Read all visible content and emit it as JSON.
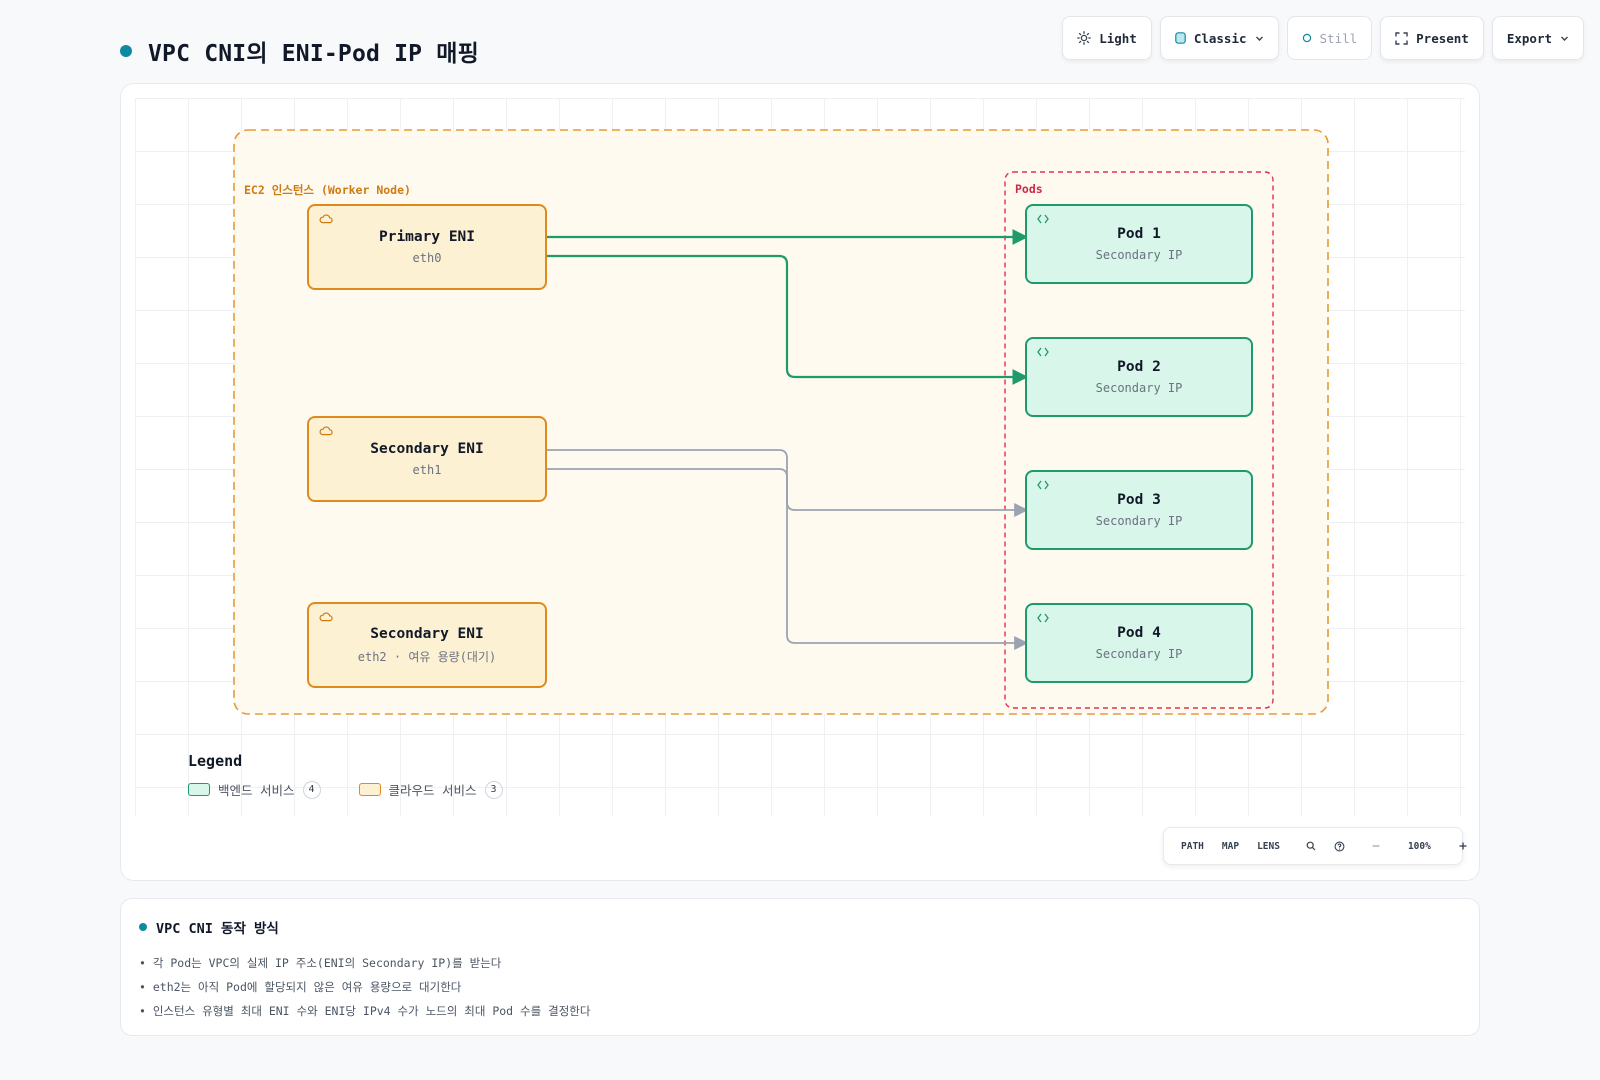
{
  "header": {
    "title": "VPC CNI의 ENI-Pod IP 매핑"
  },
  "toolbar": {
    "light": "Light",
    "classic": "Classic",
    "still": "Still",
    "present": "Present",
    "export": "Export"
  },
  "groups": {
    "ec2": "EC2 인스턴스 (Worker Node)",
    "pods": "Pods"
  },
  "enis": [
    {
      "title": "Primary ENI",
      "sub": "eth0"
    },
    {
      "title": "Secondary ENI",
      "sub": "eth1"
    },
    {
      "title": "Secondary ENI",
      "sub": "eth2 · 여유 용량(대기)"
    }
  ],
  "pods": [
    {
      "title": "Pod 1",
      "sub": "Secondary IP"
    },
    {
      "title": "Pod 2",
      "sub": "Secondary IP"
    },
    {
      "title": "Pod 3",
      "sub": "Secondary IP"
    },
    {
      "title": "Pod 4",
      "sub": "Secondary IP"
    }
  ],
  "edges": [
    {
      "from": "Primary ENI (eth0)",
      "to": "Pod 1",
      "color": "#1f9a6b"
    },
    {
      "from": "Primary ENI (eth0)",
      "to": "Pod 2",
      "color": "#1f9a6b"
    },
    {
      "from": "Secondary ENI (eth1)",
      "to": "Pod 3",
      "color": "#9aa3b2"
    },
    {
      "from": "Secondary ENI (eth1)",
      "to": "Pod 4",
      "color": "#9aa3b2"
    }
  ],
  "legend": {
    "title": "Legend",
    "items": [
      {
        "label": "백엔드 서비스",
        "count": "4",
        "color": "#1f9a6b"
      },
      {
        "label": "클라우드 서비스",
        "count": "3",
        "color": "#e08a1e"
      }
    ]
  },
  "mini_toolbar": {
    "path": "PATH",
    "map": "MAP",
    "lens": "LENS",
    "zoom": "100%"
  },
  "info": {
    "title": "VPC CNI 동작 방식",
    "items": [
      "• 각 Pod는 VPC의 실제 IP 주소(ENI의 Secondary IP)를 받는다",
      "• eth2는 아직 Pod에 할당되지 않은 여유 용량으로 대기한다",
      "• 인스턴스 유형별 최대 ENI 수와 ENI당 IPv4 수가 노드의 최대 Pod 수를 결정한다"
    ]
  },
  "colors": {
    "accent": "#0e8aa0",
    "backend": "#1f9a6b",
    "cloud": "#e08a1e",
    "pods_border": "#e0314f",
    "muted_edge": "#9aa3b2"
  }
}
